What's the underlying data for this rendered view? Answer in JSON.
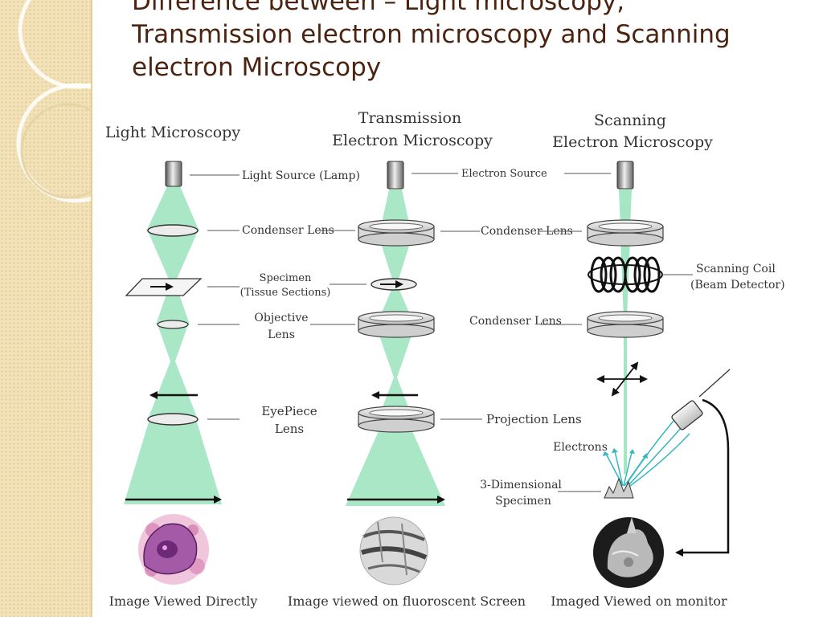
{
  "slide": {
    "title_lines": [
      "Difference between – Light microscopy,",
      "Transmission electron microscopy and Scanning",
      "electron Microscopy"
    ]
  },
  "diagram": {
    "columns": {
      "light": {
        "title_lines": [
          "Light Microscopy"
        ],
        "caption": "Image Viewed Directly"
      },
      "tem": {
        "title_lines": [
          "Transmission",
          "Electron Microscopy"
        ],
        "caption": "Image viewed on fluoroscent Screen"
      },
      "sem": {
        "title_lines": [
          "Scanning",
          "Electron Microscopy"
        ],
        "caption": "Imaged Viewed on monitor"
      }
    },
    "labels": {
      "light_source": "Light Source (Lamp)",
      "electron_source": "Electron Source",
      "condenser_lens_1": "Condenser Lens",
      "condenser_lens_2": "Condenser Lens",
      "condenser_lens_3": "Condenser Lens",
      "specimen_lines": [
        "Specimen",
        "(Tissue Sections)"
      ],
      "objective_lens_lines": [
        "Objective",
        "Lens"
      ],
      "scanning_coil_lines": [
        "Scanning Coil",
        "(Beam Detector)"
      ],
      "eyepiece_lens_lines": [
        "EyePiece",
        "Lens"
      ],
      "projection_lens": "Projection Lens",
      "electrons": "Electrons",
      "specimen_3d_lines": [
        "3-Dimensional",
        "Specimen"
      ]
    },
    "colors": {
      "beam": "#9be3bd",
      "ink": "#333333",
      "lens_fill": "#e9e9e9",
      "lens_edge": "#555555",
      "cyan_rays": "#36b6c0",
      "title_text": "#4a2410",
      "side_panel": "#f3e2b8"
    }
  }
}
